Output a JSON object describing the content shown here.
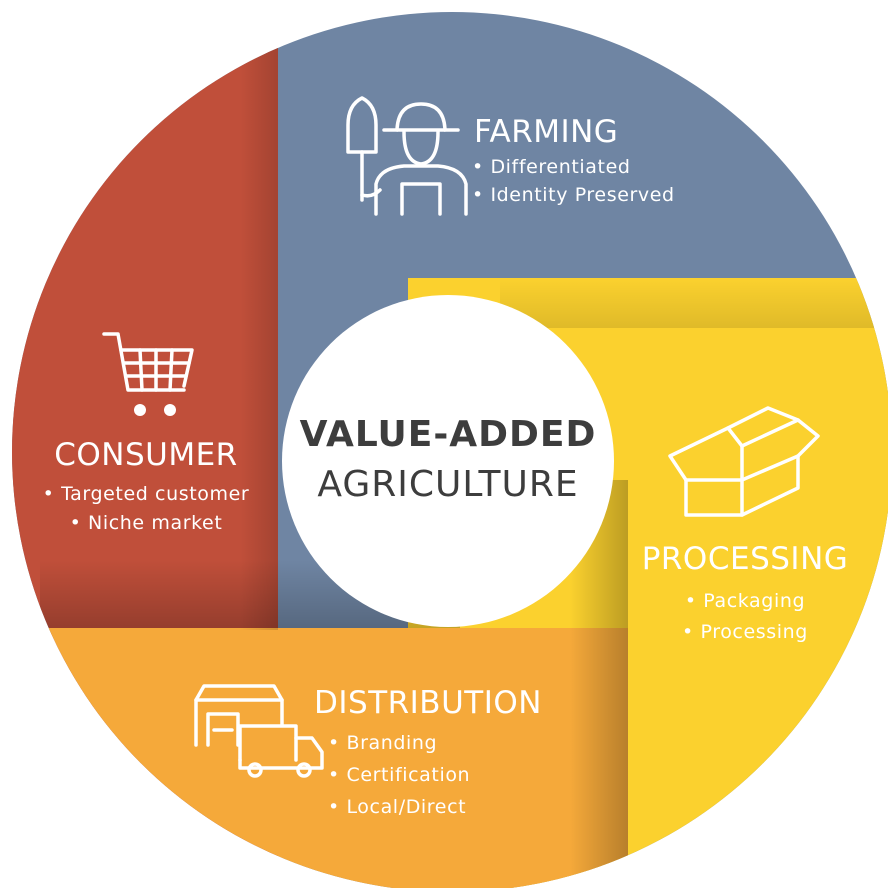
{
  "center": {
    "line1": "VALUE-ADDED",
    "line2": "AGRICULTURE"
  },
  "segments": {
    "farming": {
      "title": "FARMING",
      "bullets": [
        "• Differentiated",
        "• Identity Preserved"
      ],
      "color": "#6f85a3",
      "icon": "farmer-icon"
    },
    "processing": {
      "title": "PROCESSING",
      "bullets": [
        "• Packaging",
        "• Processing"
      ],
      "color": "#fbd12e",
      "icon": "box-icon"
    },
    "distribution": {
      "title": "DISTRIBUTION",
      "bullets": [
        "• Branding",
        "• Certification",
        "• Local/Direct"
      ],
      "color": "#f5a93a",
      "icon": "warehouse-truck-icon"
    },
    "consumer": {
      "title": "CONSUMER",
      "bullets": [
        "• Targeted customer",
        "• Niche market"
      ],
      "color": "#c04f3a",
      "icon": "shopping-cart-icon"
    }
  }
}
